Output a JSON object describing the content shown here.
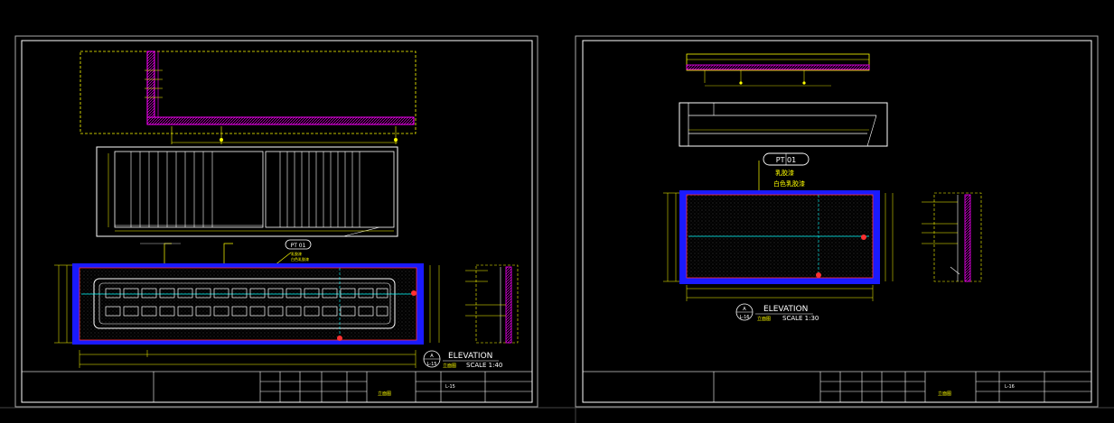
{
  "colors": {
    "background": "#000000",
    "frame": "#ffffff",
    "line": "#ffff00",
    "wall": "#ff00ff",
    "border": "#3333ff",
    "centerline": "#00ffff",
    "accent": "#ff3030",
    "dim": "#00ffff"
  },
  "sheet_left": {
    "tag_label": "PT 01",
    "tag_note": "乳胶漆",
    "tag_note2": "白色乳胶漆",
    "elevation_title": "ELEVATION",
    "elevation_num": "A",
    "elevation_ref": "L-15",
    "elevation_sub": "立面图",
    "elevation_scale": "SCALE 1:40",
    "title_block_sheet": "立面图",
    "title_block_ref": "L-15"
  },
  "sheet_right": {
    "tag_label": "PT 01",
    "tag_note": "乳胶漆",
    "tag_note2": "白色乳胶漆",
    "elevation_title": "ELEVATION",
    "elevation_num": "A",
    "elevation_ref": "L-16",
    "elevation_sub": "立面图",
    "elevation_scale": "SCALE 1:30",
    "title_block_sheet": "立面图",
    "title_block_ref": "L-16"
  }
}
